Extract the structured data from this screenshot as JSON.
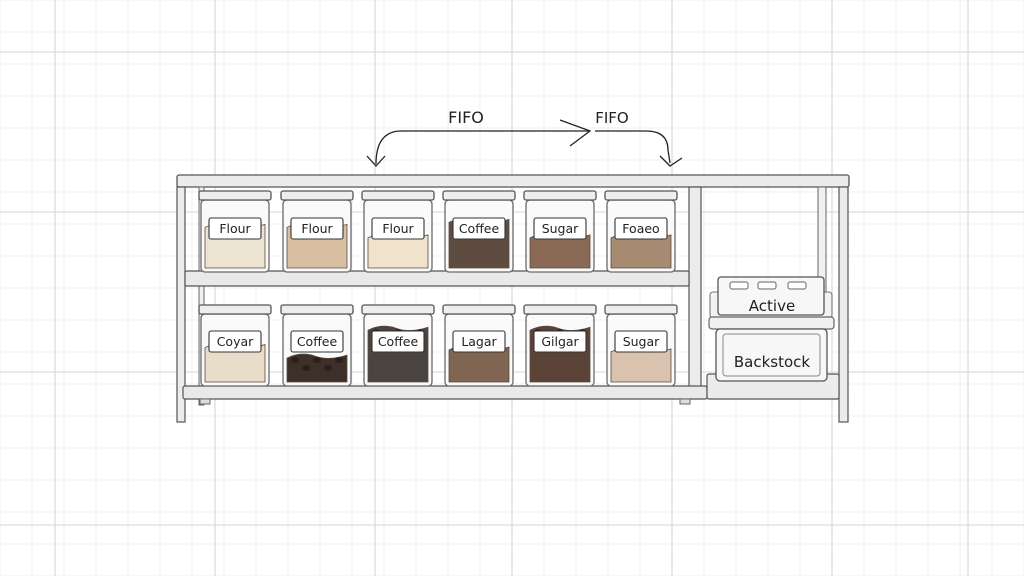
{
  "colors": {
    "background": "#ffffff",
    "grid": "#e4e4e4",
    "frame_fill": "#e9e9e9",
    "frame_stroke": "#555555",
    "container_stroke": "#6a6a6a",
    "label_fill": "#ffffff",
    "ink": "#222222"
  },
  "flow": {
    "label_left": "FIFO",
    "label_right": "FIFO"
  },
  "shelf_top": [
    {
      "label": "Flour",
      "fill_color": "#ece3d2",
      "fill_level": 0.72,
      "content_icon": "flour"
    },
    {
      "label": "Flour",
      "fill_color": "#d8bfa2",
      "fill_level": 0.72,
      "content_icon": "flour"
    },
    {
      "label": "Flour",
      "fill_color": "#efe3cc",
      "fill_level": 0.55,
      "content_icon": "flour"
    },
    {
      "label": "Coffee",
      "fill_color": "#5f4c40",
      "fill_level": 0.8,
      "content_icon": "coffee-grounds"
    },
    {
      "label": "Sugar",
      "fill_color": "#8a6a54",
      "fill_level": 0.55,
      "content_icon": "sugar"
    },
    {
      "label": "Foaeo",
      "fill_color": "#a68a72",
      "fill_level": 0.55,
      "content_icon": "cocoa"
    }
  ],
  "shelf_bottom": [
    {
      "label": "Coyar",
      "fill_color": "#e9dcc8",
      "fill_level": 0.62,
      "content_icon": "sugar"
    },
    {
      "label": "Coffee",
      "fill_color": "#3e2f28",
      "fill_level": 0.45,
      "content_icon": "coffee-beans"
    },
    {
      "label": "Coffee",
      "fill_color": "#4a4440",
      "fill_level": 0.9,
      "content_icon": "coffee-beans"
    },
    {
      "label": "Lagar",
      "fill_color": "#806552",
      "fill_level": 0.58,
      "content_icon": "sugar"
    },
    {
      "label": "Gilgar",
      "fill_color": "#5a4236",
      "fill_level": 0.9,
      "content_icon": "coffee-beans"
    },
    {
      "label": "Sugar",
      "fill_color": "#d9c3ae",
      "fill_level": 0.55,
      "content_icon": "sugar"
    }
  ],
  "bins": {
    "active_label": "Active",
    "backstock_label": "Backstock"
  }
}
